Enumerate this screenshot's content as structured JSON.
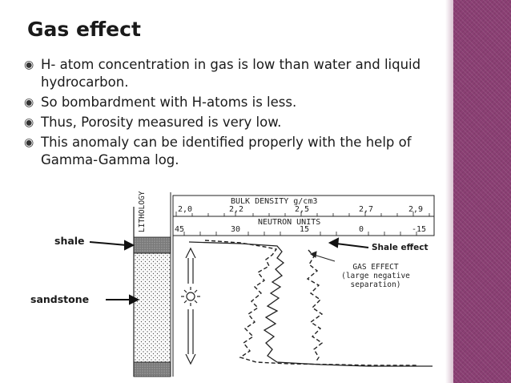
{
  "slide": {
    "title": "Gas effect",
    "bullets": [
      {
        "text": "H- atom concentration in gas is low than water and liquid hydrocarbon."
      },
      {
        "text": "So bombardment with H-atoms is less."
      },
      {
        "text": "Thus, Porosity measured is very low."
      },
      {
        "text": "This anomaly can be identified properly with the help of Gamma-Gamma log."
      }
    ],
    "bullet_glyph": "◉"
  },
  "figure": {
    "lithology_label": "LITHOLOGY",
    "bulk_density_label": "BULK DENSITY g/cm3",
    "bulk_density_ticks": [
      "2,0",
      "2,2",
      "2,5",
      "2,7",
      "2,9"
    ],
    "neutron_label": "NEUTRON UNITS",
    "neutron_ticks": [
      "45",
      "30",
      "15",
      "0",
      "-15"
    ],
    "gas_effect_line1": "GAS EFFECT",
    "gas_effect_line2": "(large negative",
    "gas_effect_line3": "separation)",
    "shale_label": "shale",
    "sandstone_label": "sandstone",
    "shale_effect_label": "Shale effect"
  },
  "theme": {
    "sidebar_color": "#8a3f73",
    "text_color": "#1a1a1a"
  }
}
